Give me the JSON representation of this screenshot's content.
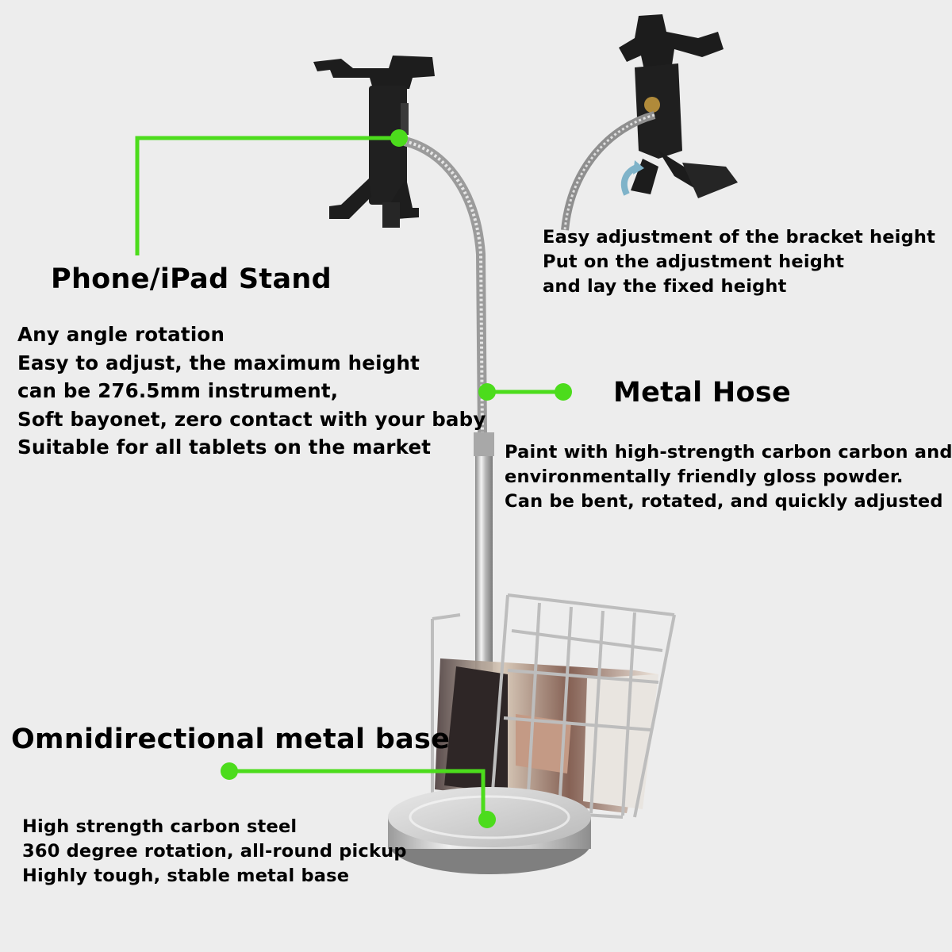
{
  "colors": {
    "background": "#ededed",
    "callout_green": "#4cdc1c",
    "text": "#000000",
    "chrome": "#c9c9c9",
    "bracket_black": "#1a1a1a"
  },
  "stand": {
    "title": "Phone/iPad Stand",
    "lines": [
      "Any angle rotation",
      "Easy to adjust, the maximum height",
      "can be 276.5mm instrument,",
      "Soft bayonet, zero contact with your baby",
      "Suitable for all tablets on the market"
    ]
  },
  "bracket": {
    "lines": [
      "Easy adjustment of the bracket height",
      "Put on the adjustment height",
      "and lay the fixed height"
    ]
  },
  "hose": {
    "title": "Metal Hose",
    "lines": [
      "Paint with high-strength carbon carbon and",
      "environmentally friendly gloss powder.",
      "Can be bent, rotated, and quickly adjusted"
    ]
  },
  "base": {
    "title": "Omnidirectional metal base",
    "lines": [
      "High strength carbon steel",
      "360 degree rotation, all-round pickup",
      "Highly tough, stable metal base"
    ]
  }
}
